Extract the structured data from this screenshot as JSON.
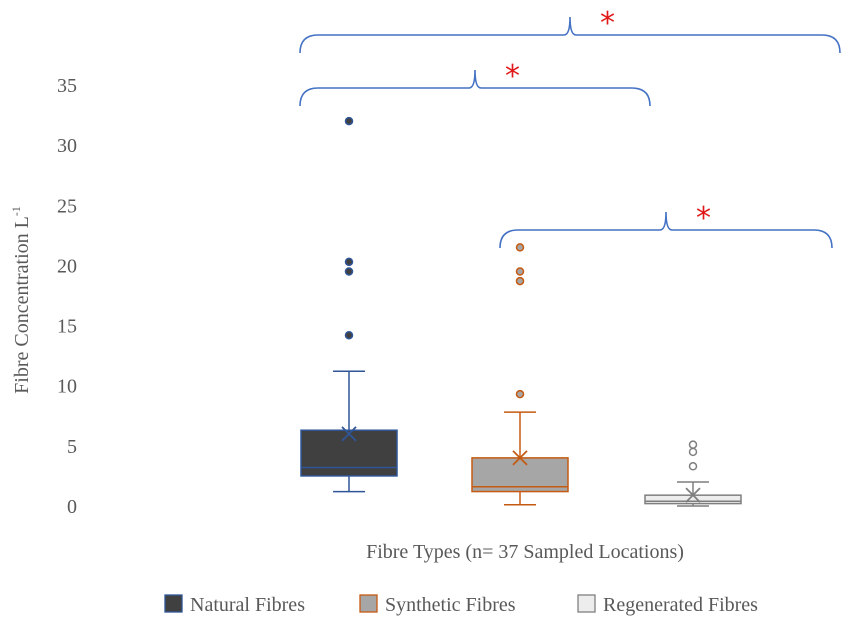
{
  "chart_data": {
    "type": "box",
    "ylabel": "Fibre Concentration  L",
    "ylabel_superscript": "-1",
    "xlabel": "Fibre Types (n= 37 Sampled Locations)",
    "ylim": [
      0,
      35
    ],
    "yticks": [
      "0",
      "5",
      "10",
      "15",
      "20",
      "25",
      "30",
      "35"
    ],
    "grid": false,
    "legend_position": "bottom",
    "series": [
      {
        "name": "Natural Fibres",
        "fill": "#404040",
        "stroke": "#2f5597",
        "whisker_low": 1.2,
        "q1": 2.5,
        "median": 3.2,
        "q3": 6.3,
        "whisker_high": 11.2,
        "mean": 6.0,
        "outliers": [
          14.2,
          19.5,
          20.3,
          32.0
        ]
      },
      {
        "name": "Synthetic Fibres",
        "fill": "#a6a6a6",
        "stroke": "#c55a11",
        "whisker_low": 0.1,
        "q1": 1.2,
        "median": 1.6,
        "q3": 4.0,
        "whisker_high": 7.8,
        "mean": 4.0,
        "outliers": [
          9.3,
          18.7,
          19.5,
          21.5
        ]
      },
      {
        "name": "Regenerated Fibres",
        "fill": "#ededed",
        "stroke": "#7f7f7f",
        "whisker_low": 0.0,
        "q1": 0.2,
        "median": 0.4,
        "q3": 0.9,
        "whisker_high": 2.0,
        "mean": 0.9,
        "outliers": [
          3.3,
          4.5,
          5.1
        ]
      }
    ],
    "significance": [
      {
        "from": 0,
        "to": 2,
        "label": "*"
      },
      {
        "from": 0,
        "to": 1,
        "label": "*"
      },
      {
        "from": 1,
        "to": 2,
        "label": "*"
      }
    ],
    "colors": {
      "bracket": "#4472c4",
      "star": "#e01818",
      "text": "#595959"
    }
  }
}
